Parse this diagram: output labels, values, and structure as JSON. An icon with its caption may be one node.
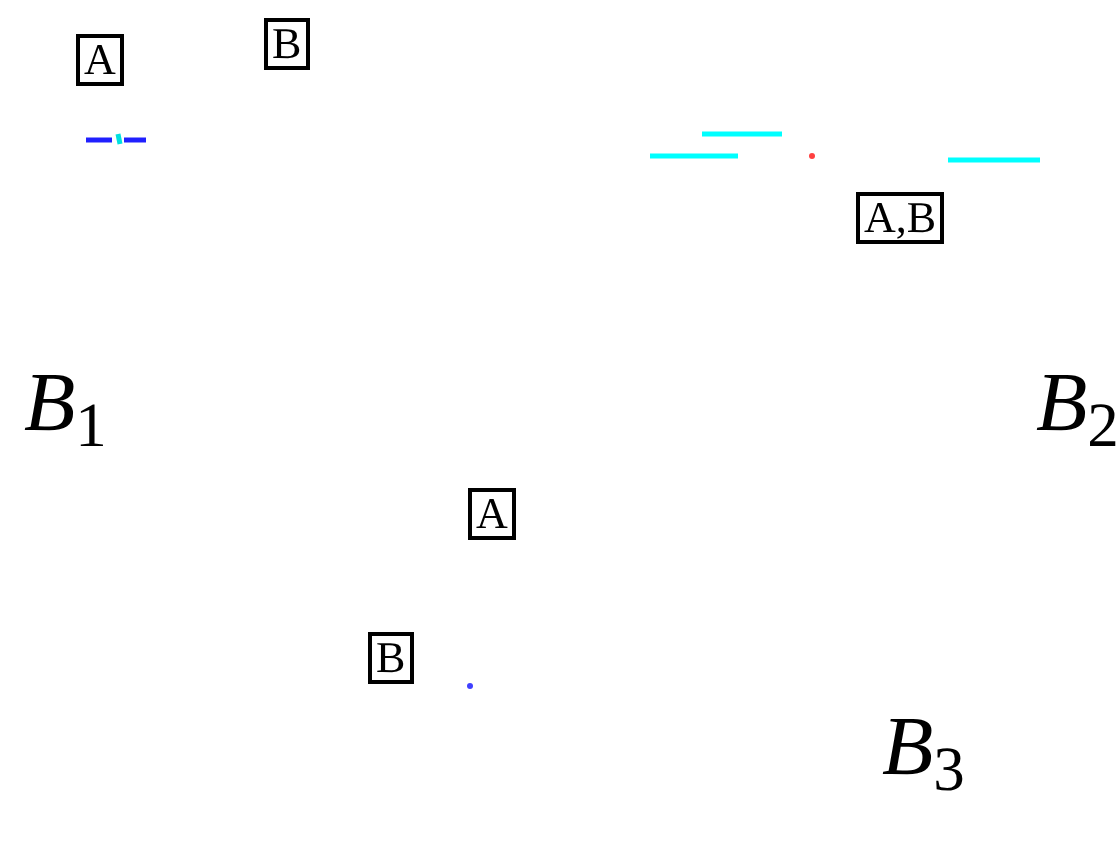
{
  "diagram": {
    "nodes": [
      {
        "text": [
          "A"
        ]
      },
      {
        "text": [
          "B"
        ]
      },
      {
        "text": [
          "A,B"
        ]
      },
      {
        "text": [
          "A"
        ]
      },
      {
        "text": [
          "B"
        ]
      }
    ],
    "labels": [
      "*B*$_{1}$",
      "*B*$_{2}$",
      "*B*$_{3}$"
    ]
  }
}
